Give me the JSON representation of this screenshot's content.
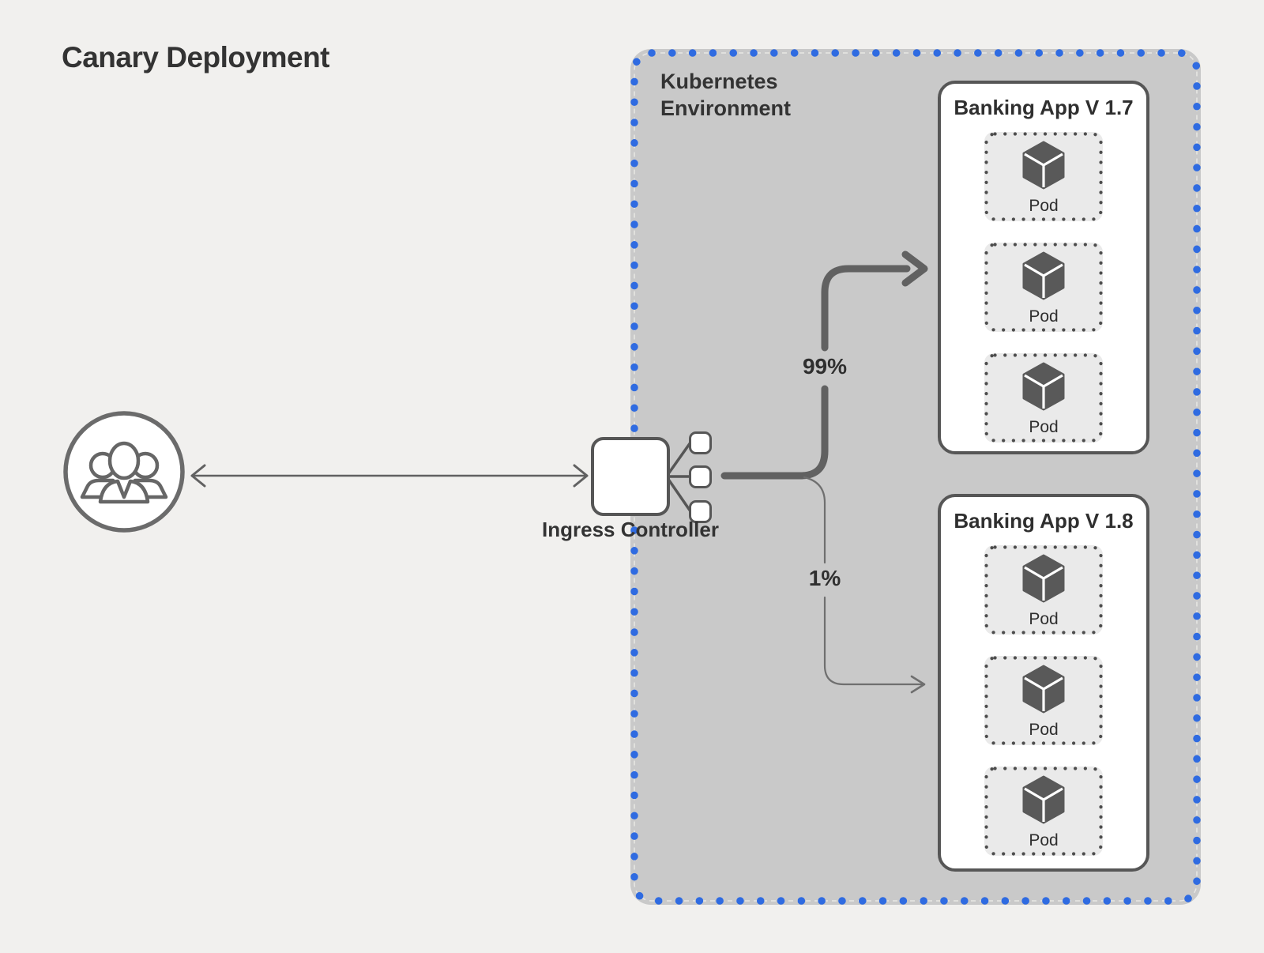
{
  "title": "Canary Deployment",
  "environment": {
    "label": "Kubernetes Environment"
  },
  "users": {
    "icon": "users-icon"
  },
  "ingress": {
    "label": "Ingress Controller",
    "icon": "ingress-node-icon"
  },
  "traffic": {
    "stable_pct": "99%",
    "canary_pct": "1%"
  },
  "apps": [
    {
      "title": "Banking App V 1.7",
      "pods": [
        {
          "label": "Pod"
        },
        {
          "label": "Pod"
        },
        {
          "label": "Pod"
        }
      ]
    },
    {
      "title": "Banking App V 1.8",
      "pods": [
        {
          "label": "Pod"
        },
        {
          "label": "Pod"
        },
        {
          "label": "Pod"
        }
      ]
    }
  ],
  "colors": {
    "accent_blue": "#2f6be1",
    "environment_fill": "#c9c9c9",
    "node_border": "#565656",
    "line_gray": "#616161",
    "page_background": "#f1f0ee"
  }
}
